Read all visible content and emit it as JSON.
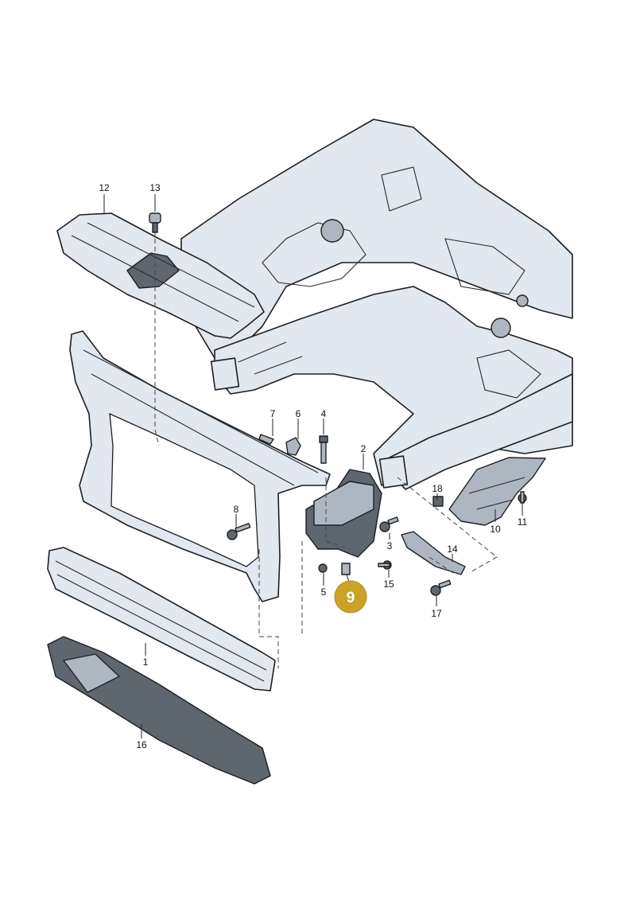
{
  "diagram": {
    "callouts": [
      {
        "id": "1",
        "label": "1"
      },
      {
        "id": "2",
        "label": "2"
      },
      {
        "id": "3",
        "label": "3"
      },
      {
        "id": "4",
        "label": "4"
      },
      {
        "id": "5",
        "label": "5"
      },
      {
        "id": "6",
        "label": "6"
      },
      {
        "id": "7",
        "label": "7"
      },
      {
        "id": "8",
        "label": "8"
      },
      {
        "id": "10",
        "label": "10"
      },
      {
        "id": "11",
        "label": "11"
      },
      {
        "id": "12",
        "label": "12"
      },
      {
        "id": "13",
        "label": "13"
      },
      {
        "id": "14",
        "label": "14"
      },
      {
        "id": "15",
        "label": "15"
      },
      {
        "id": "16",
        "label": "16"
      },
      {
        "id": "17",
        "label": "17"
      },
      {
        "id": "18",
        "label": "18"
      }
    ],
    "highlight": {
      "label": "9",
      "color": "#c9a227"
    }
  }
}
